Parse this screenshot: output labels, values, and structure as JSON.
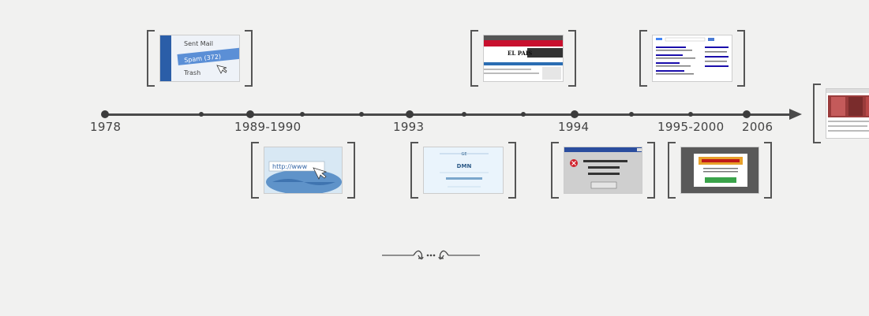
{
  "timeline": {
    "labels": [
      "1978",
      "1989-1990",
      "1993",
      "1994",
      "1995-2000",
      "2006"
    ]
  },
  "thumbnails": [
    {
      "name": "spam-folder-thumb",
      "lines": [
        "Sent Mail",
        "Spam (372)",
        "Trash"
      ]
    },
    {
      "name": "url-bar-thumb",
      "lines": [
        "http://www"
      ]
    },
    {
      "name": "newspaper-site-thumb",
      "lines": [
        "EL PAIS"
      ]
    },
    {
      "name": "ge-dmn-page-thumb",
      "lines": [
        "GE",
        "DMN"
      ]
    },
    {
      "name": "search-results-thumb",
      "lines": []
    },
    {
      "name": "error-dialog-thumb",
      "lines": []
    },
    {
      "name": "popup-ad-thumb",
      "lines": []
    },
    {
      "name": "video-site-thumb",
      "lines": []
    }
  ],
  "colors": {
    "background": "#f1f1f0",
    "line": "#4a4a4a",
    "bracket": "#555555"
  }
}
